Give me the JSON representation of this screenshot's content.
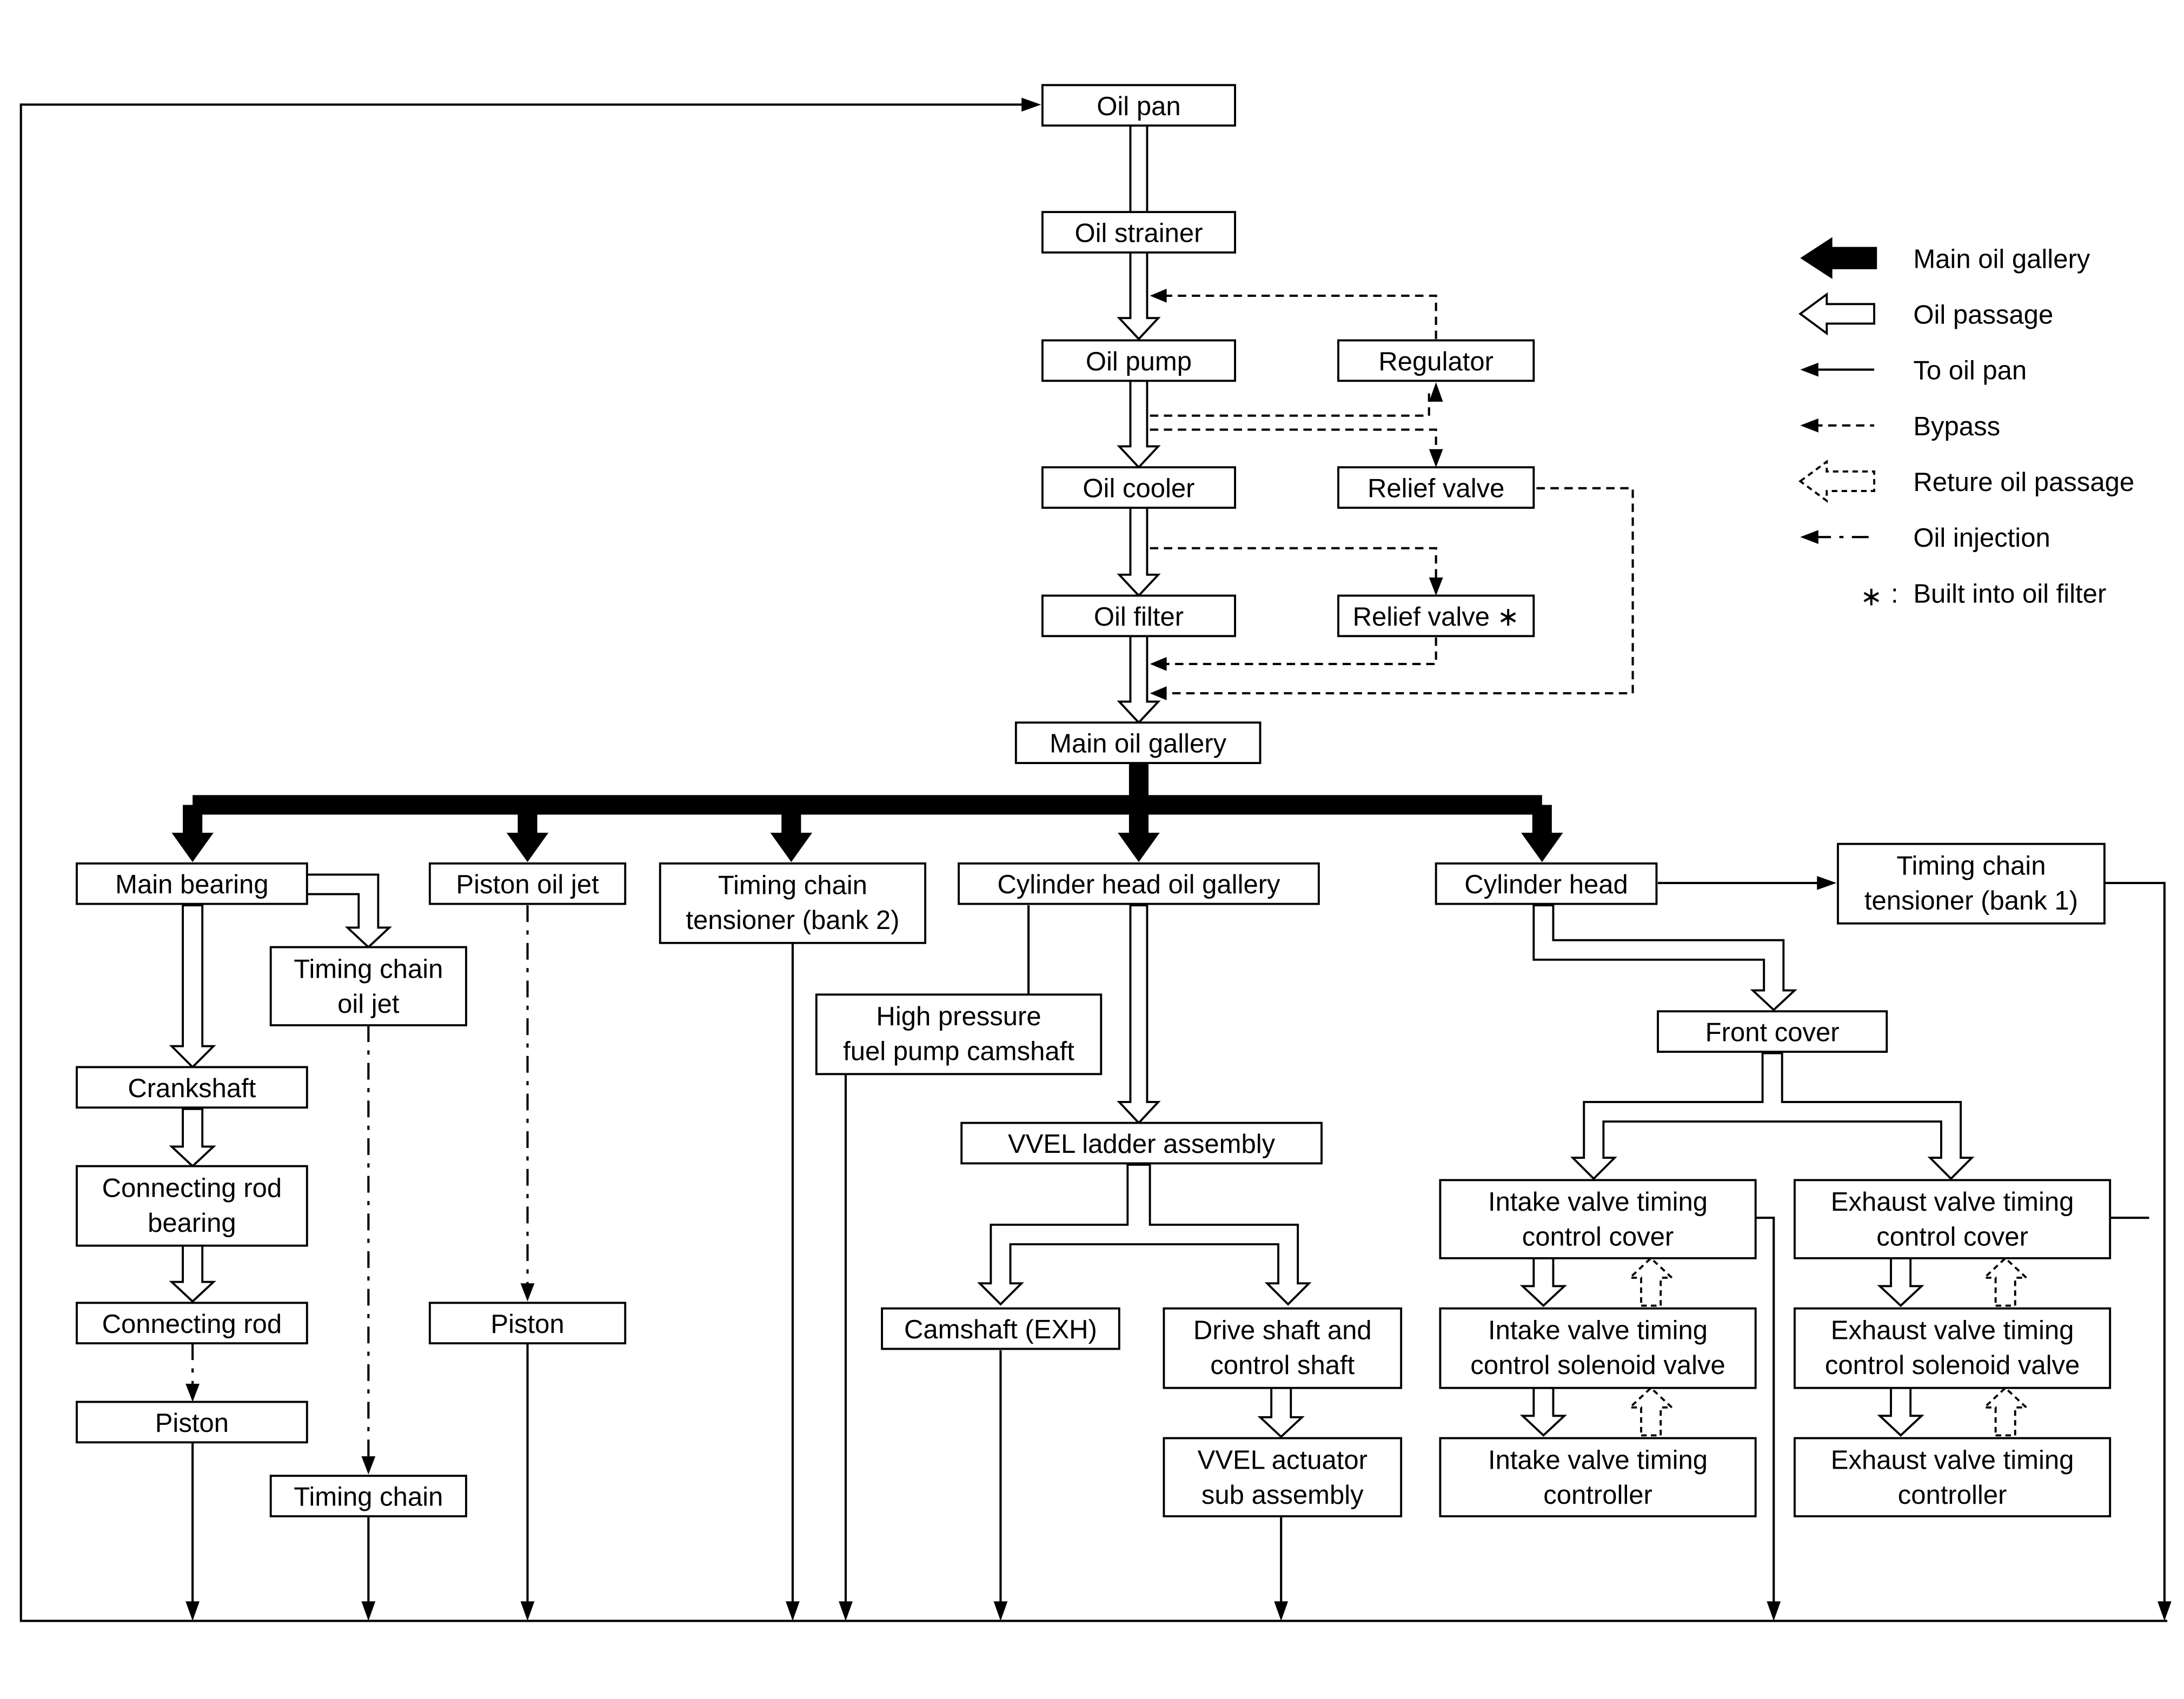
{
  "nodes": {
    "oil_pan": "Oil pan",
    "oil_strainer": "Oil strainer",
    "oil_pump": "Oil pump",
    "regulator": "Regulator",
    "oil_cooler": "Oil cooler",
    "relief_valve": "Relief valve",
    "oil_filter": "Oil filter",
    "relief_valve_filter": "Relief valve ∗",
    "main_oil_gallery": "Main oil gallery",
    "main_bearing": "Main bearing",
    "piston_oil_jet": "Piston oil jet",
    "timing_chain_tensioner_bank2": [
      "Timing chain",
      "tensioner (bank 2)"
    ],
    "cylinder_head_oil_gallery": "Cylinder head oil gallery",
    "cylinder_head": "Cylinder head",
    "timing_chain_tensioner_bank1": [
      "Timing chain",
      "tensioner (bank 1)"
    ],
    "timing_chain_oil_jet": [
      "Timing chain",
      "oil jet"
    ],
    "crankshaft": "Crankshaft",
    "connecting_rod_bearing": [
      "Connecting rod",
      "bearing"
    ],
    "connecting_rod": "Connecting rod",
    "piston_left": "Piston",
    "piston_jet": "Piston",
    "timing_chain": "Timing chain",
    "high_pressure_fuel_pump_camshaft": [
      "High pressure",
      "fuel pump camshaft"
    ],
    "vvel_ladder_assembly": "VVEL ladder assembly",
    "camshaft_exh": "Camshaft (EXH)",
    "drive_shaft_and_control_shaft": [
      "Drive shaft and",
      "control shaft"
    ],
    "vvel_actuator_sub_assembly": [
      "VVEL actuator",
      "sub assembly"
    ],
    "front_cover": "Front cover",
    "intake_valve_timing_control_cover": [
      "Intake valve timing",
      "control cover"
    ],
    "intake_valve_timing_control_solenoid_valve": [
      "Intake valve timing",
      "control solenoid valve"
    ],
    "intake_valve_timing_controller": [
      "Intake valve timing",
      "controller"
    ],
    "exhaust_valve_timing_control_cover": [
      "Exhaust valve timing",
      "control cover"
    ],
    "exhaust_valve_timing_control_solenoid_valve": [
      "Exhaust valve timing",
      "control solenoid valve"
    ],
    "exhaust_valve_timing_controller": [
      "Exhaust valve timing",
      "controller"
    ]
  },
  "legend": {
    "main_oil_gallery": "Main oil gallery",
    "oil_passage": "Oil passage",
    "to_oil_pan": "To oil pan",
    "bypass": "Bypass",
    "return_oil_passage": "Reture oil passage",
    "oil_injection": "Oil injection",
    "built_in_marker": "∗",
    "built_in_colon": ":",
    "built_into_oil_filter": "Built into oil filter"
  }
}
